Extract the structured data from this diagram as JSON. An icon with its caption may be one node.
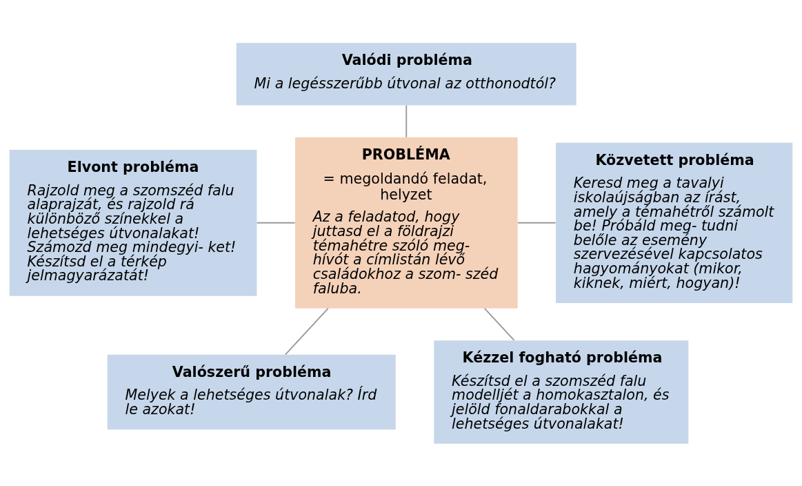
{
  "diagram": {
    "nodes": [
      {
        "text": [
          "Valódi probléma",
          "Mi a legésszerűbb útvonal az otthonodtól?"
        ]
      },
      {
        "text": [
          "Elvont probléma",
          "Rajzold meg a szomszéd falu alaprajzát, és rajzold rá különböző színekkel a lehetséges útvonalakat! Számozd meg mindegyi- ket! Készítsd el a térkép jelmagyarázatát!"
        ]
      },
      {
        "text": [
          "PROBLÉMA",
          "= megoldandó feladat, helyzet",
          "Az a feladatod, hogy juttasd el a földrajzi témahétre szóló meg- hívót a címlistán lévő családokhoz a szom- széd faluba."
        ]
      },
      {
        "text": [
          "Közvetett probléma",
          "Keresd meg a tavalyi iskolaújságban az írást, amely a témahétről számolt be! Próbáld meg- tudni belőle az esemény szervezésével kapcsolatos hagyományokat (mikor, kiknek, miért, hogyan)!"
        ]
      },
      {
        "text": [
          "Valószerű probléma",
          "Melyek a lehetséges útvonalak? Írd le azokat!"
        ]
      },
      {
        "text": [
          "Kézzel fogható probléma",
          "Készítsd el a szomszéd falu modelljét a homokasztalon, és jelöld fonaldarabokkal a lehetséges útvonalakat!"
        ]
      }
    ],
    "edges": [
      {
        "from": 0,
        "to": 2,
        "arrow": "none"
      },
      {
        "from": 1,
        "to": 2,
        "arrow": "none"
      },
      {
        "from": 2,
        "to": 3,
        "arrow": "none"
      },
      {
        "from": 2,
        "to": 4,
        "arrow": "none"
      },
      {
        "from": 2,
        "to": 5,
        "arrow": "none"
      }
    ]
  }
}
